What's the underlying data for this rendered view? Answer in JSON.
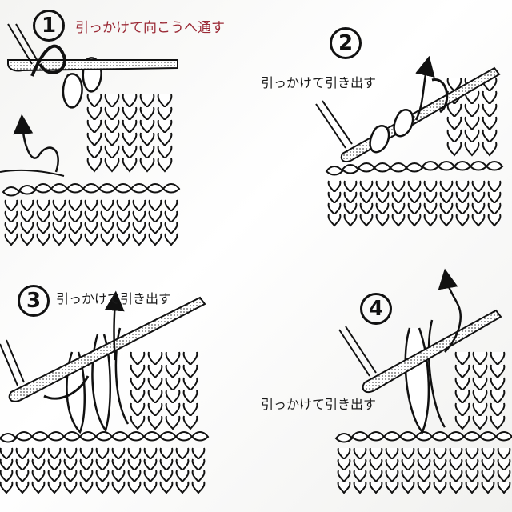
{
  "steps": [
    {
      "number": "1",
      "caption": "引っかけて向こうへ通す"
    },
    {
      "number": "2",
      "caption": "引っかけて引き出す"
    },
    {
      "number": "3",
      "caption": "引っかけて引き出す"
    },
    {
      "number": "4",
      "caption": "引っかけて引き出す"
    }
  ],
  "colors": {
    "ink": "#111111",
    "accent": "#9b2a36",
    "paper": "#ffffff"
  }
}
